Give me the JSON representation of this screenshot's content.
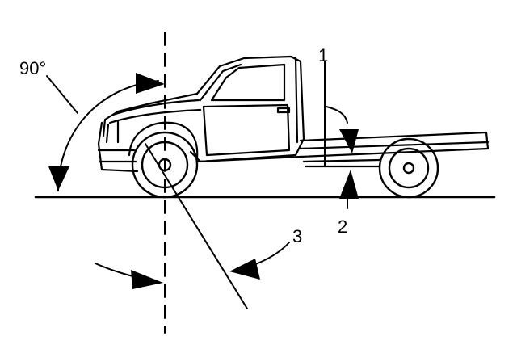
{
  "labels": {
    "angle": "90°",
    "callout_1": "1",
    "callout_2": "2",
    "callout_3": "3"
  }
}
